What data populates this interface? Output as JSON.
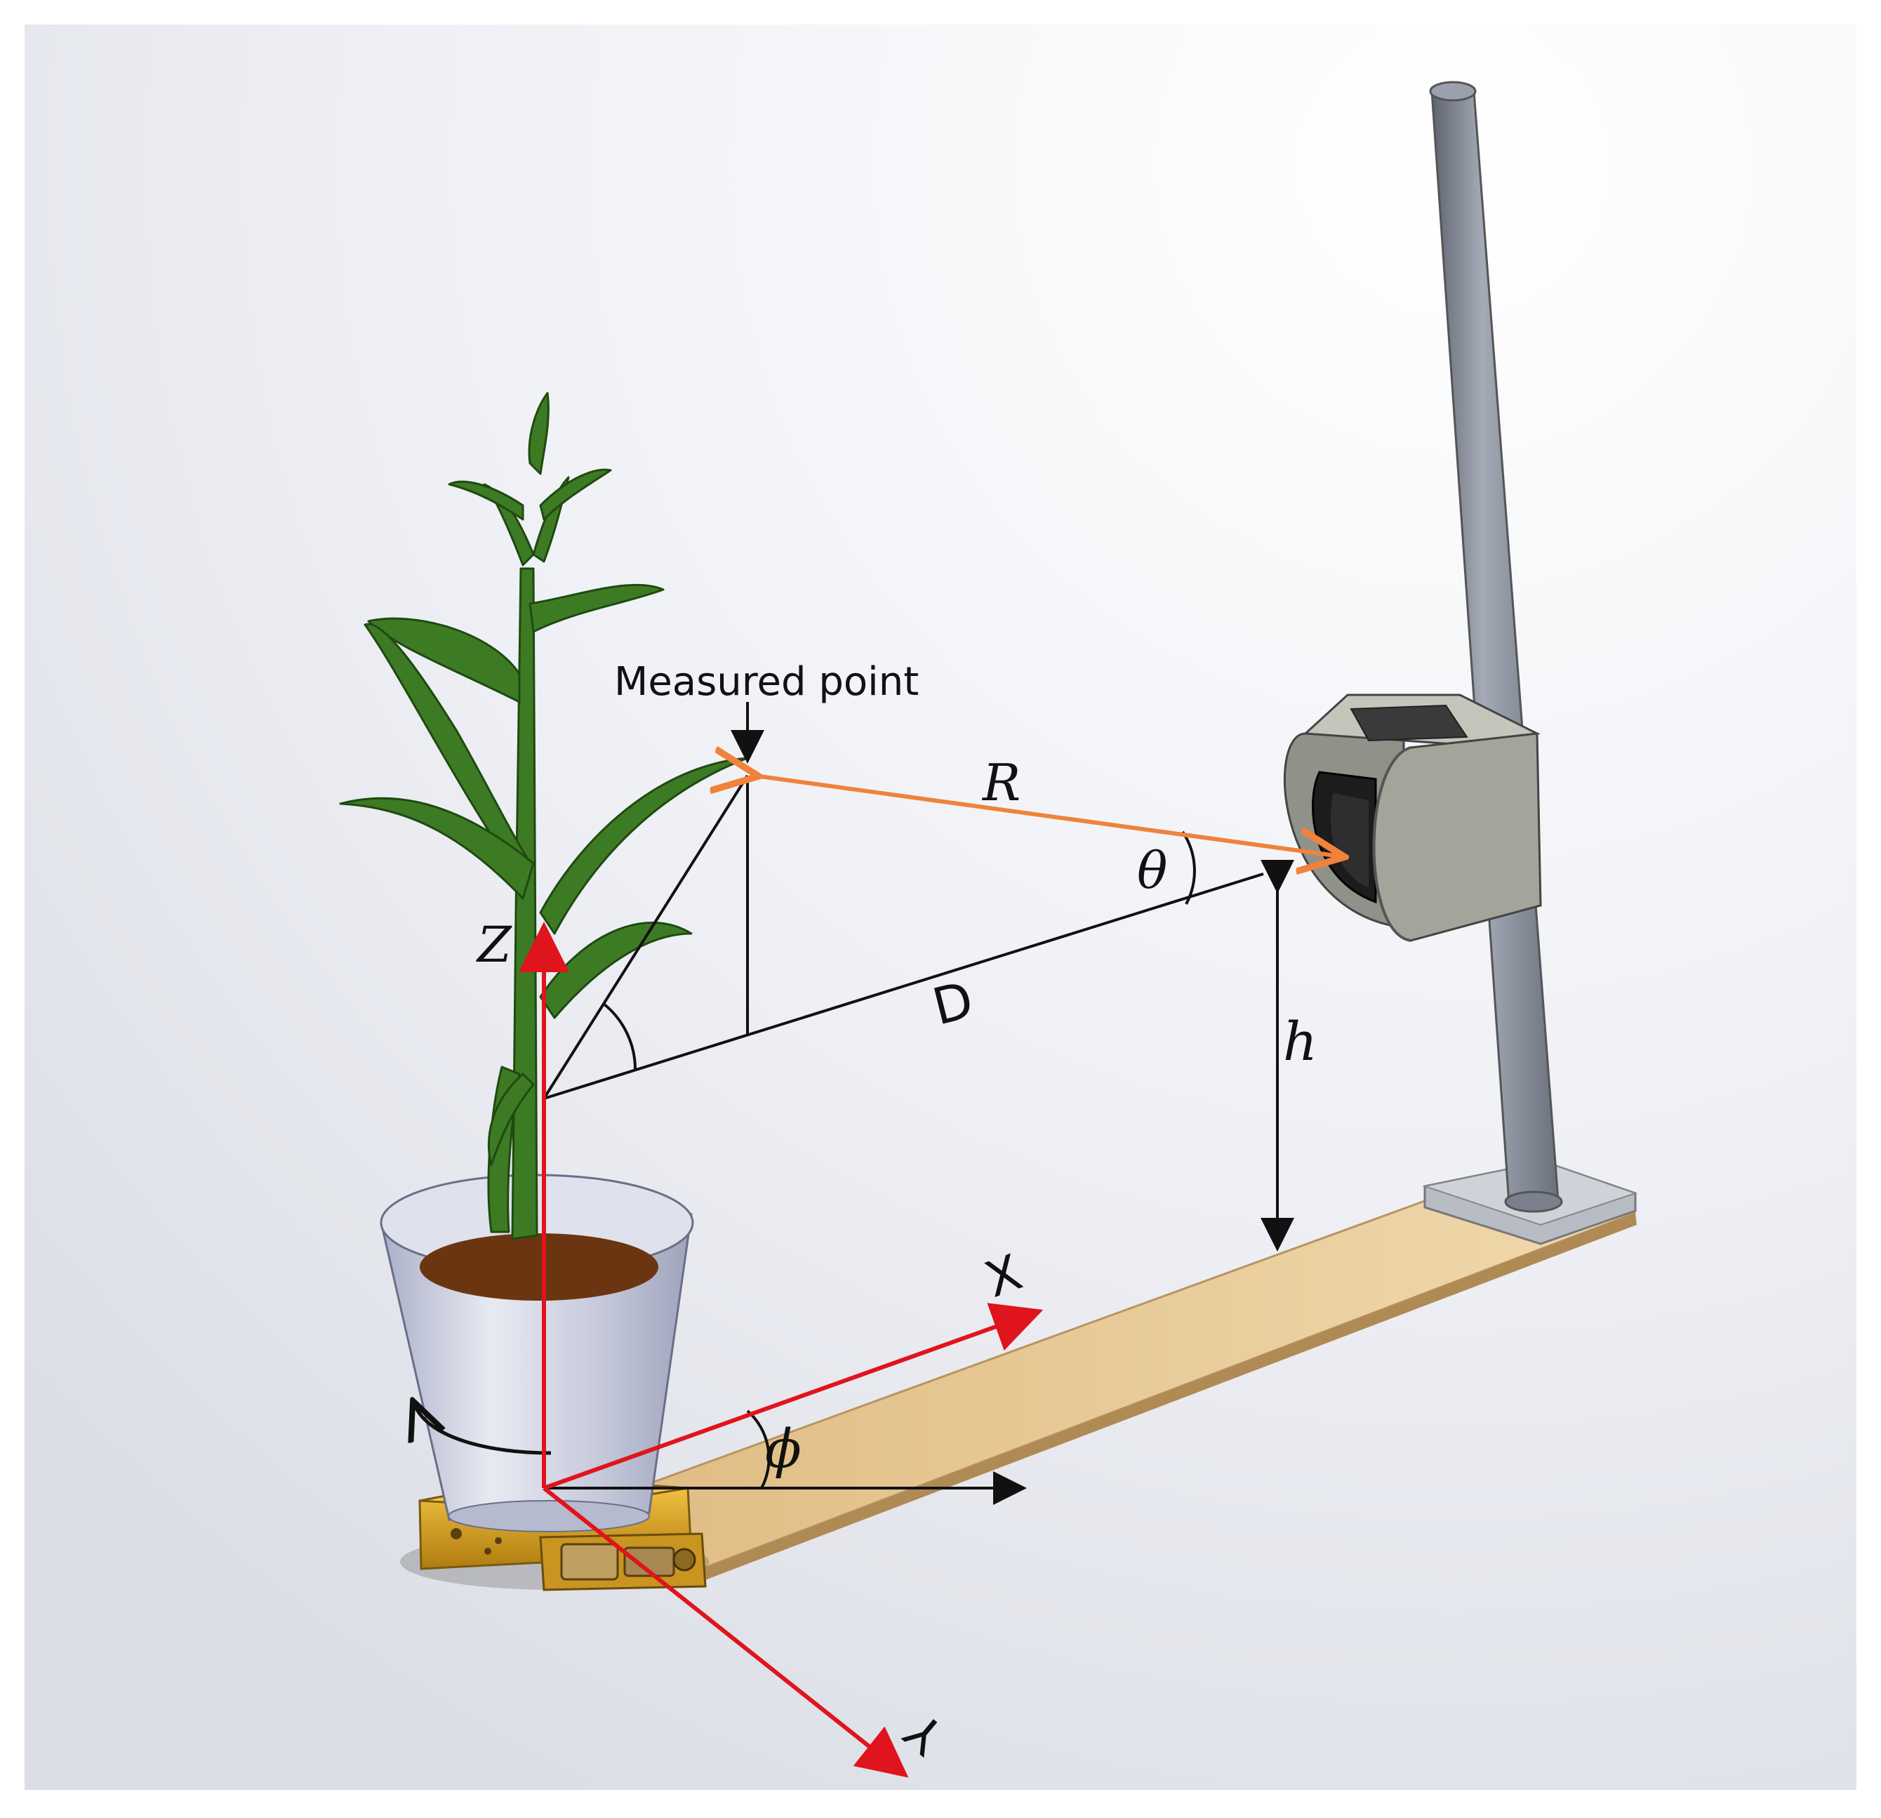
{
  "diagram": {
    "annotation": "Measured point",
    "symbols": {
      "range": "R",
      "elevation_angle": "θ",
      "horizontal_distance": "D",
      "height": "h",
      "rotation_angle": "ϕ"
    },
    "axes": {
      "x": "X",
      "y": "Y",
      "z": "Z"
    },
    "colors": {
      "axis_red": "#e0141c",
      "range_orange": "#f0823c",
      "line_black": "#111111",
      "leaf_green": "#3d7a24",
      "pot": "#c8ccdc",
      "soil": "#6b3512",
      "base_wood": "#e6c894",
      "turntable": "#d6a024",
      "post": "#8a909c",
      "sensor_housing": "#a3a59a"
    }
  }
}
